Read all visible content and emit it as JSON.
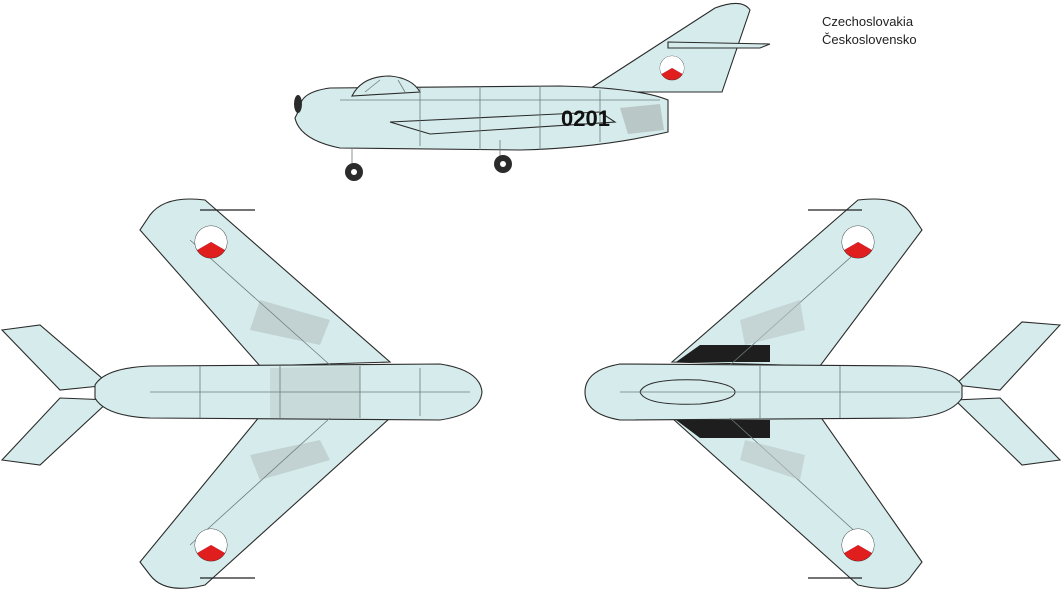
{
  "caption": {
    "line1": "Czechoslovakia",
    "line2": "Československo"
  },
  "side_view": {
    "serial_number": "0201"
  },
  "colors": {
    "airframe": "#d6ecec",
    "panel_camo": "#b9c7c7",
    "roundel_blue": "#1f3fd8",
    "roundel_red": "#e01e1e",
    "roundel_white": "#ffffff",
    "walkway_black": "#1e1e1e"
  }
}
